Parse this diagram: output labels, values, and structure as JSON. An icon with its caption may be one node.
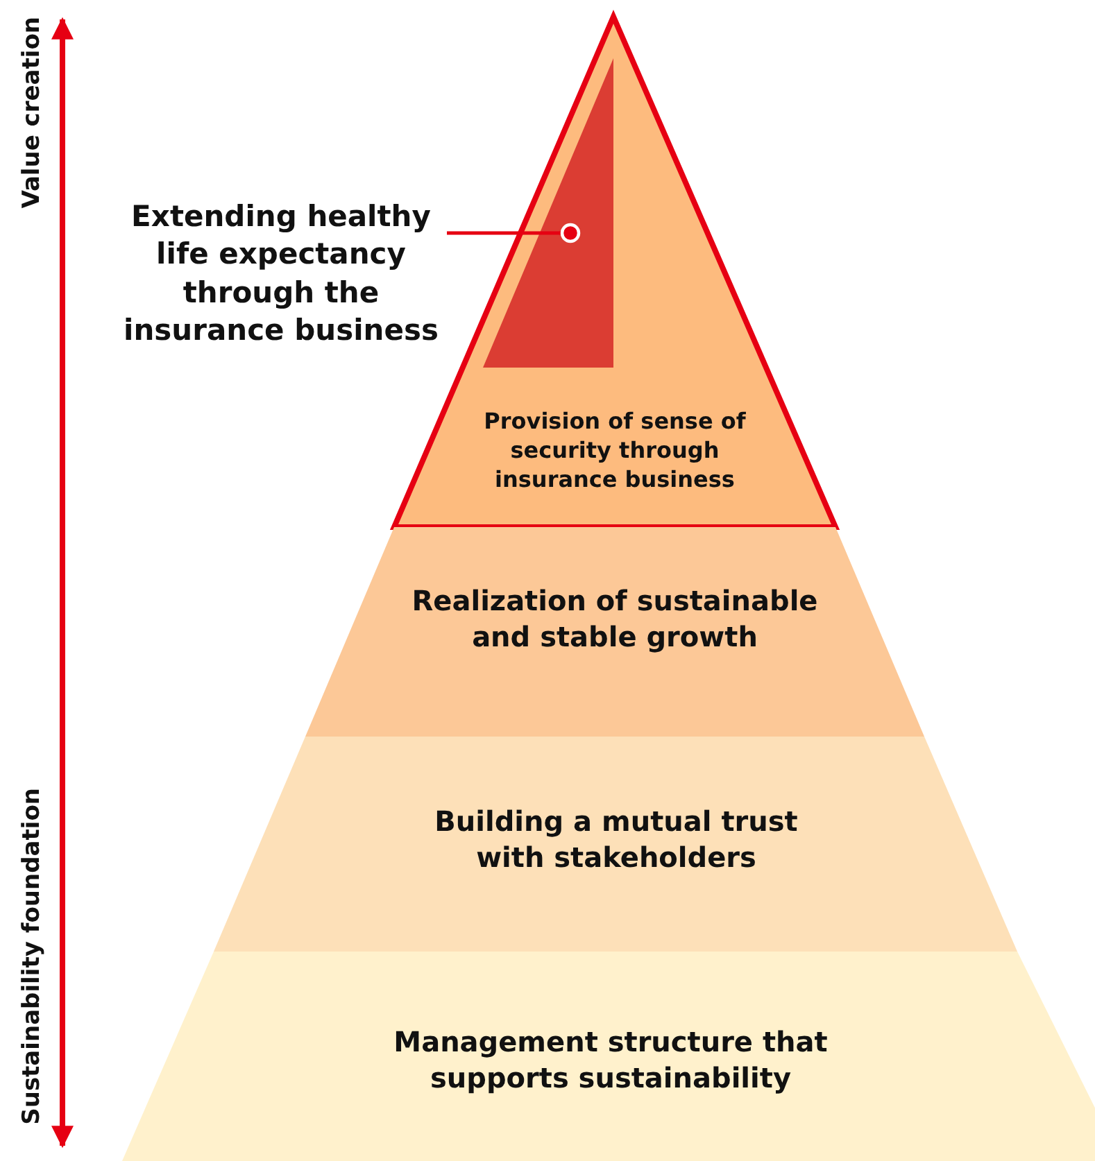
{
  "diagram": {
    "nodes": [
      {
        "text": [
          "Provision of sense of security through insurance business"
        ]
      },
      {
        "text": [],
        "shape": "triangle",
        "in": 0
      },
      {
        "text": [
          "Extending healthy life expectancy through the insurance business"
        ]
      },
      {
        "text": [
          "Realization of sustainable and stable growth"
        ]
      },
      {
        "text": [
          "Building a mutual trust with stakeholders"
        ]
      },
      {
        "text": [
          "Management structure that supports sustainability"
        ]
      }
    ],
    "edges": [
      {
        "from": 2,
        "to": 1,
        "arrow": "other"
      }
    ],
    "labels": [
      "Value creation",
      "Sustainability foundation"
    ]
  }
}
